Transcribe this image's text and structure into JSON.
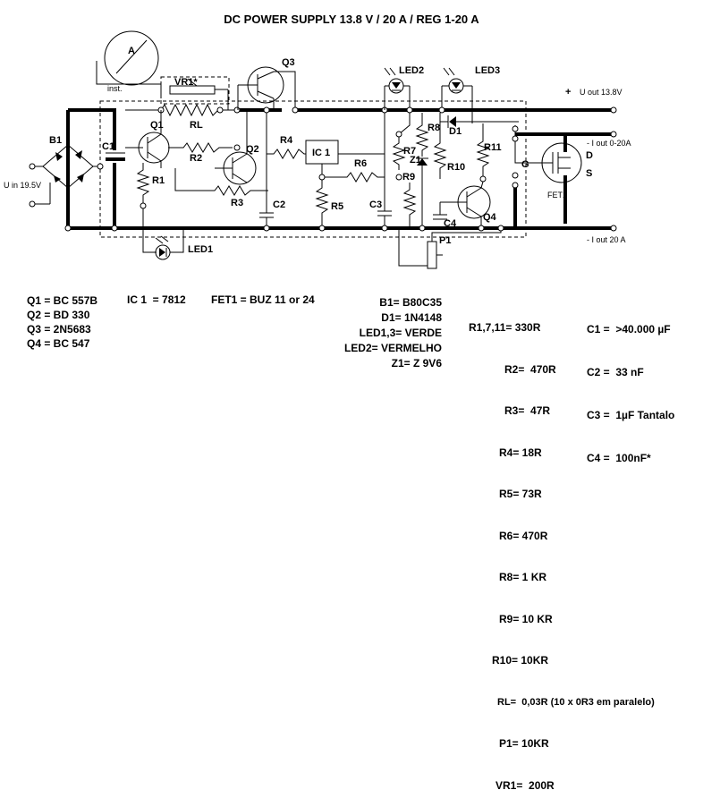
{
  "title": "DC POWER SUPPLY 13.8 V / 20 A / REG 1-20 A",
  "labels": {
    "meter_a": "A",
    "inst": "inst.",
    "vr1": "VR1*",
    "rl": "RL",
    "q1": "Q1",
    "q2": "Q2",
    "q3": "Q3",
    "q4": "Q4",
    "r1": "R1",
    "r2": "R2",
    "r3": "R3",
    "r4": "R4",
    "r5": "R5",
    "r6": "R6",
    "r7": "R7",
    "r8": "R8",
    "r9": "R9",
    "r10": "R10",
    "r11": "R11",
    "c1": "C1",
    "c2": "C2",
    "c3": "C3",
    "c4": "C4",
    "ic1": "IC 1",
    "b1": "B1",
    "d1": "D1",
    "z1": "Z1",
    "p1": "P1",
    "led1": "LED1",
    "led2": "LED2",
    "led3": "LED3",
    "fet1": "FET1",
    "pin_g": "G",
    "pin_d": "D",
    "pin_s": "S",
    "u_in": "U in 19.5V",
    "plus": "+",
    "u_out": "U out 13.8V",
    "i_out_reg": "- I out 0-20A",
    "i_out_max": "- I out 20 A"
  },
  "components_left": [
    "Q1 = BC 557B",
    "Q2 = BD 330",
    "Q3 = 2N5683",
    "Q4 = BC 547"
  ],
  "ic_spec": "IC 1  = 7812",
  "fet_spec": "FET1 = BUZ 11 or 24",
  "components_mid": [
    "B1= B80C35",
    "D1= 1N4148",
    "LED1,3= VERDE",
    "LED2= VERMELHO",
    "Z1= Z 9V6"
  ],
  "resistors": [
    "R1,7,11= 330R",
    "R2=  470R",
    "R3=  47R",
    "R4= 18R",
    "R5= 73R",
    "R6= 470R",
    "R8= 1 KR",
    "R9= 10 KR",
    "R10= 10KR",
    "RL=  0,03R (10 x 0R3 em paralelo)",
    "P1= 10KR",
    "VR1=  200R"
  ],
  "capacitors": [
    "C1 =  >40.000 µF",
    "C2 =  33 nF",
    "C3 =  1µF Tantalo",
    "C4 =  100nF*"
  ]
}
